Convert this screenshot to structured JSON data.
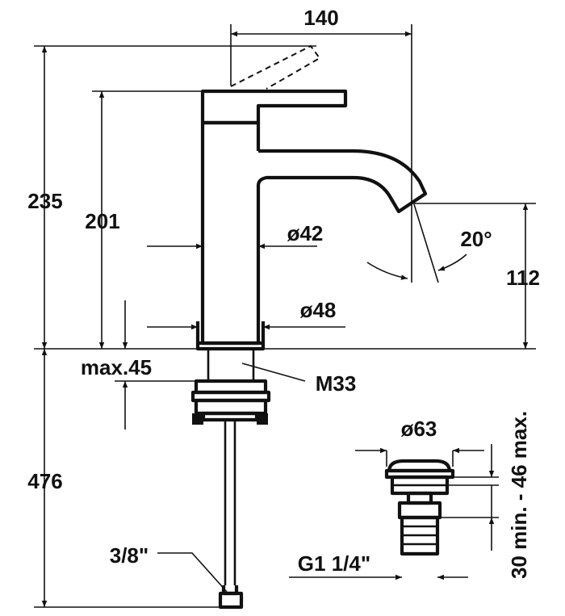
{
  "dimensions": {
    "spout_reach": "140",
    "total_height": "235",
    "spout_height": "201",
    "body_diameter": "ø42",
    "base_diameter": "ø48",
    "outlet_height": "112",
    "outlet_angle": "20°",
    "max_thickness": "max.45",
    "thread": "M33",
    "below_counter": "476",
    "hose_connection": "3/8\"",
    "drain_diameter": "ø63",
    "drain_thread": "G1 1/4\"",
    "drain_range": "30 min. - 46 max."
  }
}
